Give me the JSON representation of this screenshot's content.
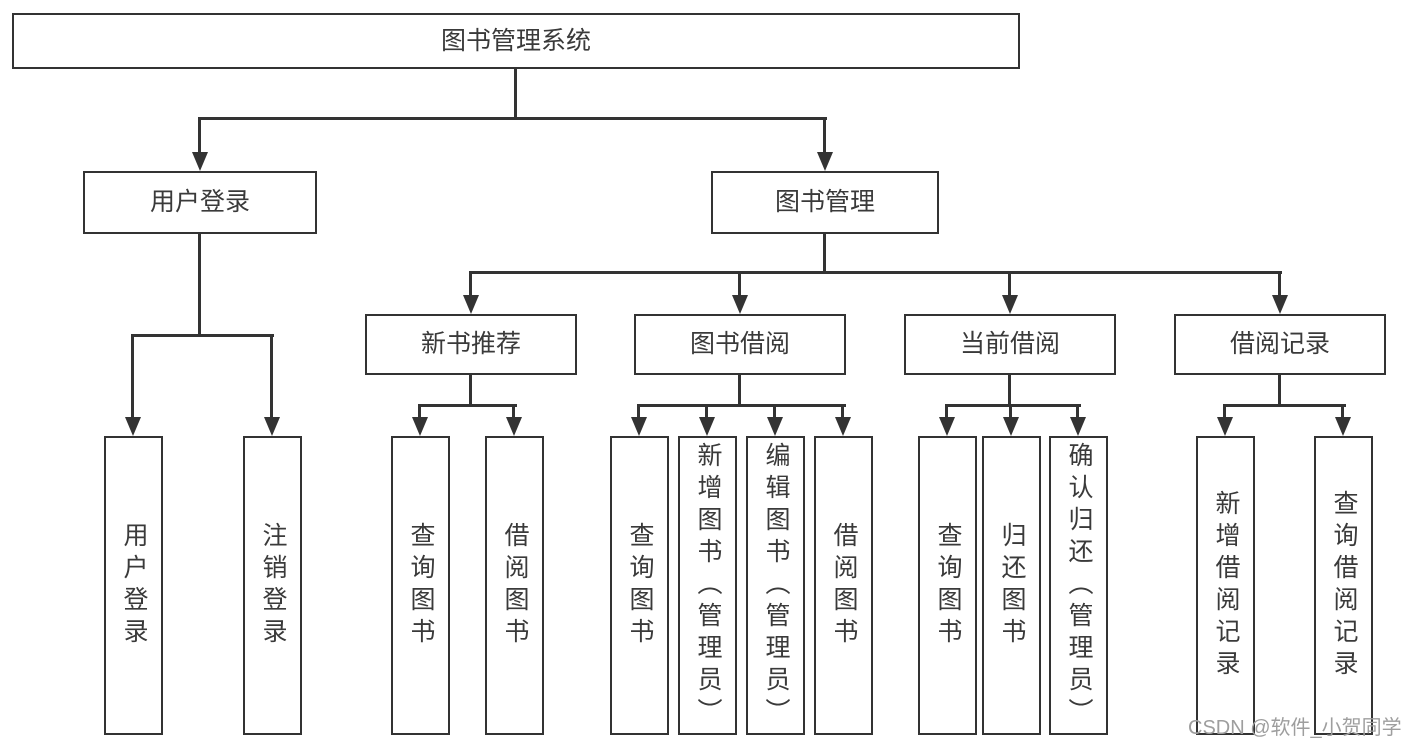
{
  "diagram": {
    "root": {
      "label": "图书管理系统"
    },
    "level2": [
      {
        "label": "用户登录"
      },
      {
        "label": "图书管理"
      }
    ],
    "level3": [
      {
        "label": "新书推荐"
      },
      {
        "label": "图书借阅"
      },
      {
        "label": "当前借阅"
      },
      {
        "label": "借阅记录"
      }
    ],
    "leaves": [
      {
        "label": "用户登录"
      },
      {
        "label": "注销登录"
      },
      {
        "label": "查询图书"
      },
      {
        "label": "借阅图书"
      },
      {
        "label": "查询图书"
      },
      {
        "label": "新增图书（管理员）"
      },
      {
        "label": "编辑图书（管理员）"
      },
      {
        "label": "借阅图书"
      },
      {
        "label": "查询图书"
      },
      {
        "label": "归还图书"
      },
      {
        "label": "确认归还（管理员）"
      },
      {
        "label": "新增借阅记录"
      },
      {
        "label": "查询借阅记录"
      }
    ]
  },
  "watermark": {
    "text": "CSDN @软件_小贺同学"
  },
  "colors": {
    "line": "#333333",
    "border": "#333333",
    "text": "#3a3a3a",
    "box_bg": "#ffffff",
    "background": "#ffffff",
    "watermark": "#9e9e9e"
  }
}
